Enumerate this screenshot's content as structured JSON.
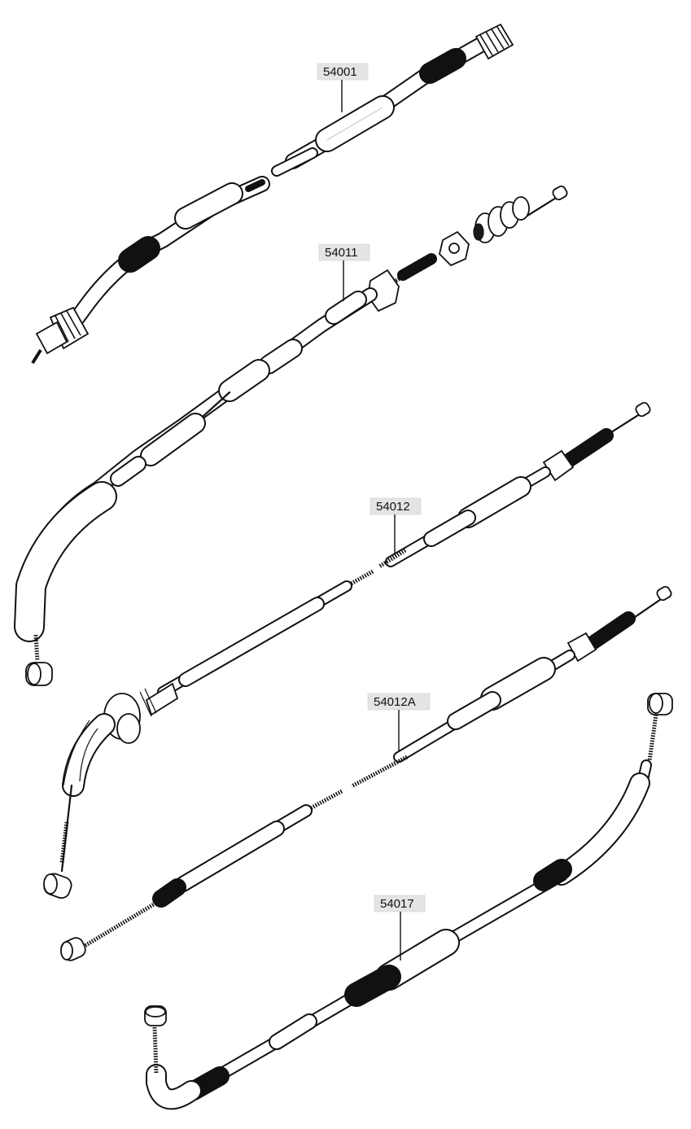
{
  "parts": [
    {
      "id": "cable-54001",
      "label": "54001"
    },
    {
      "id": "cable-54011",
      "label": "54011"
    },
    {
      "id": "cable-54012",
      "label": "54012"
    },
    {
      "id": "cable-54012a",
      "label": "54012A"
    },
    {
      "id": "cable-54017",
      "label": "54017"
    }
  ],
  "colors": {
    "line": "#111111",
    "label_background": "#e4e4e4",
    "background": "#ffffff"
  }
}
